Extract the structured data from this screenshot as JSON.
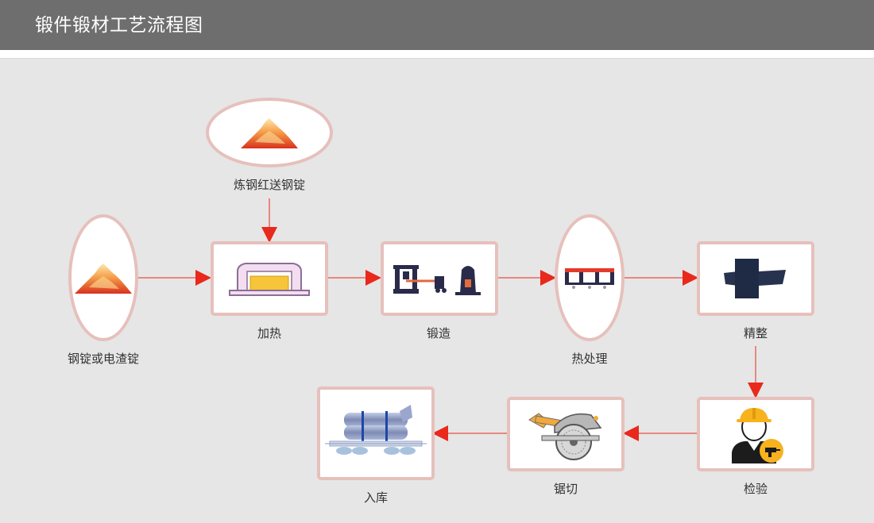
{
  "header": {
    "title": "锻件锻材工艺流程图"
  },
  "nodes": {
    "ingot_source": "钢锭或电渣锭",
    "steelmaking_ingot": "炼钢红送钢锭",
    "heating": "加热",
    "forging": "锻造",
    "heat_treatment": "热处理",
    "finishing": "精整",
    "inspection": "检验",
    "sawing": "锯切",
    "warehousing": "入库"
  },
  "colors": {
    "header_bg": "#6e6e6e",
    "page_bg": "#e6e6e6",
    "node_border": "#e6c0bc",
    "arrow": "#e8291c"
  }
}
